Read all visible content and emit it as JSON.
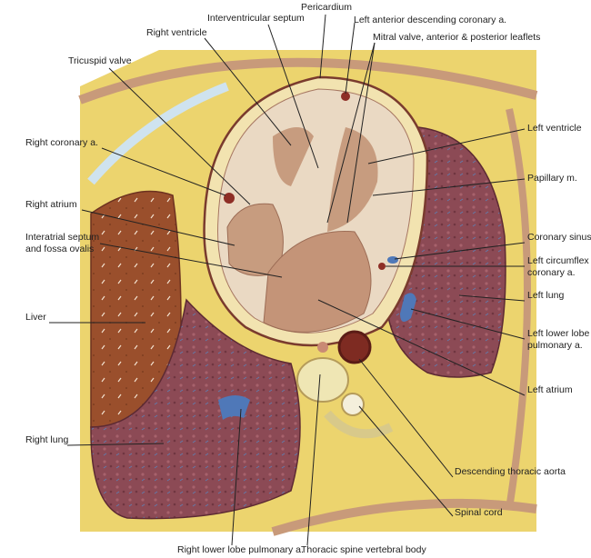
{
  "labels": {
    "pericardium": "Pericardium",
    "interventricular_septum": "Interventricular septum",
    "lad": "Left anterior descending coronary a.",
    "right_ventricle": "Right ventricle",
    "mitral_valve": "Mitral valve, anterior & posterior leaflets",
    "tricuspid_valve": "Tricuspid valve",
    "left_ventricle": "Left ventricle",
    "right_coronary": "Right coronary a.",
    "papillary": "Papillary m.",
    "right_atrium": "Right atrium",
    "interatrial_1": "Interatrial septum",
    "interatrial_2": "and fossa ovalis",
    "coronary_sinus": "Coronary sinus",
    "circumflex_1": "Left circumflex",
    "circumflex_2": "coronary a.",
    "left_lung": "Left lung",
    "liver": "Liver",
    "llpa_1": "Left lower lobe",
    "llpa_2": "pulmonary a.",
    "left_atrium": "Left atrium",
    "right_lung": "Right lung",
    "aorta": "Descending thoracic aorta",
    "spinal_cord": "Spinal cord",
    "rlpa": "Right lower lobe pulmonary a.",
    "vertebral_body": "Thoracic spine vertebral body"
  },
  "colors": {
    "fat": "#ecd46e",
    "lung": "#8c4a55",
    "liver": "#9a4f2c",
    "heart_wall": "#ead9c3",
    "chamber": "#c79c7f",
    "muscle": "#b9806a",
    "vessel_blue": "#4f78b8",
    "bone": "#efe6b4"
  }
}
